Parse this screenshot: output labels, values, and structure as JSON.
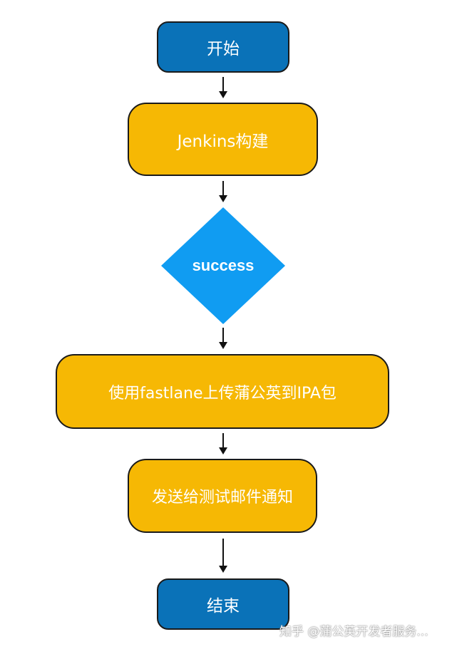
{
  "diagram": {
    "type": "flowchart",
    "nodes": [
      {
        "id": "start",
        "shape": "terminal",
        "label": "开始",
        "color": "#0a72b8"
      },
      {
        "id": "jenkins",
        "shape": "process",
        "label": "Jenkins构建",
        "color": "#f6b804"
      },
      {
        "id": "decision",
        "shape": "decision",
        "label": "success",
        "color": "#109cf2"
      },
      {
        "id": "upload",
        "shape": "process",
        "label": "使用fastlane上传蒲公英到IPA包",
        "color": "#f6b804"
      },
      {
        "id": "notify",
        "shape": "process",
        "label": "发送给测试邮件通知",
        "color": "#f6b804"
      },
      {
        "id": "end",
        "shape": "terminal",
        "label": "结束",
        "color": "#0a72b8"
      }
    ],
    "edges": [
      {
        "from": "start",
        "to": "jenkins"
      },
      {
        "from": "jenkins",
        "to": "decision"
      },
      {
        "from": "decision",
        "to": "upload"
      },
      {
        "from": "upload",
        "to": "notify"
      },
      {
        "from": "notify",
        "to": "end"
      }
    ]
  },
  "watermark": "知乎 @蒲公英开发者服务..."
}
